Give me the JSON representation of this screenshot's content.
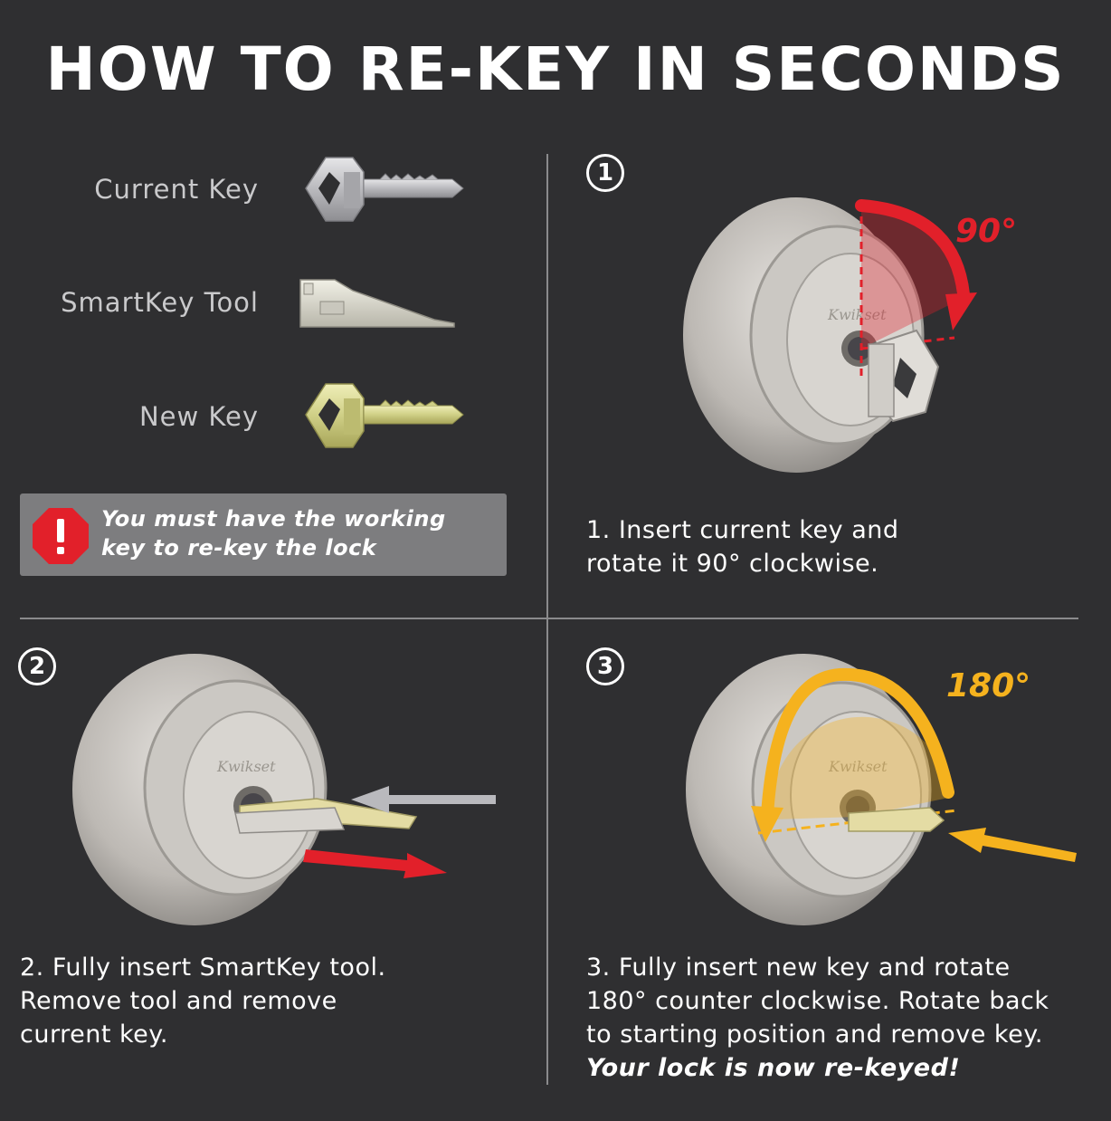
{
  "title": "HOW TO RE-KEY IN SECONDS",
  "legend": {
    "current_key": "Current Key",
    "smartkey_tool": "SmartKey Tool",
    "new_key": "New Key"
  },
  "warning": {
    "icon": "exclamation-octagon-icon",
    "text_line1": "You must have the working",
    "text_line2": "key to re-key the lock"
  },
  "steps": [
    {
      "number": "1",
      "angle_label": "90°",
      "text_line1": "1. Insert current key and",
      "text_line2": "rotate it 90° clockwise."
    },
    {
      "number": "2",
      "text_line1": "2. Fully insert SmartKey tool.",
      "text_line2": "Remove tool and remove",
      "text_line3": "current key."
    },
    {
      "number": "3",
      "angle_label": "180°",
      "text_line1": "3. Fully insert new key and rotate",
      "text_line2": "180° counter clockwise. Rotate back",
      "text_line3": "to starting position and remove key.",
      "emphasis": "Your lock is now re-keyed!"
    }
  ],
  "brand": "Kwikset",
  "colors": {
    "background": "#2f2f31",
    "rotate_90": "#e2202a",
    "rotate_180": "#f5b21e",
    "warning_badge": "#e2202a"
  }
}
